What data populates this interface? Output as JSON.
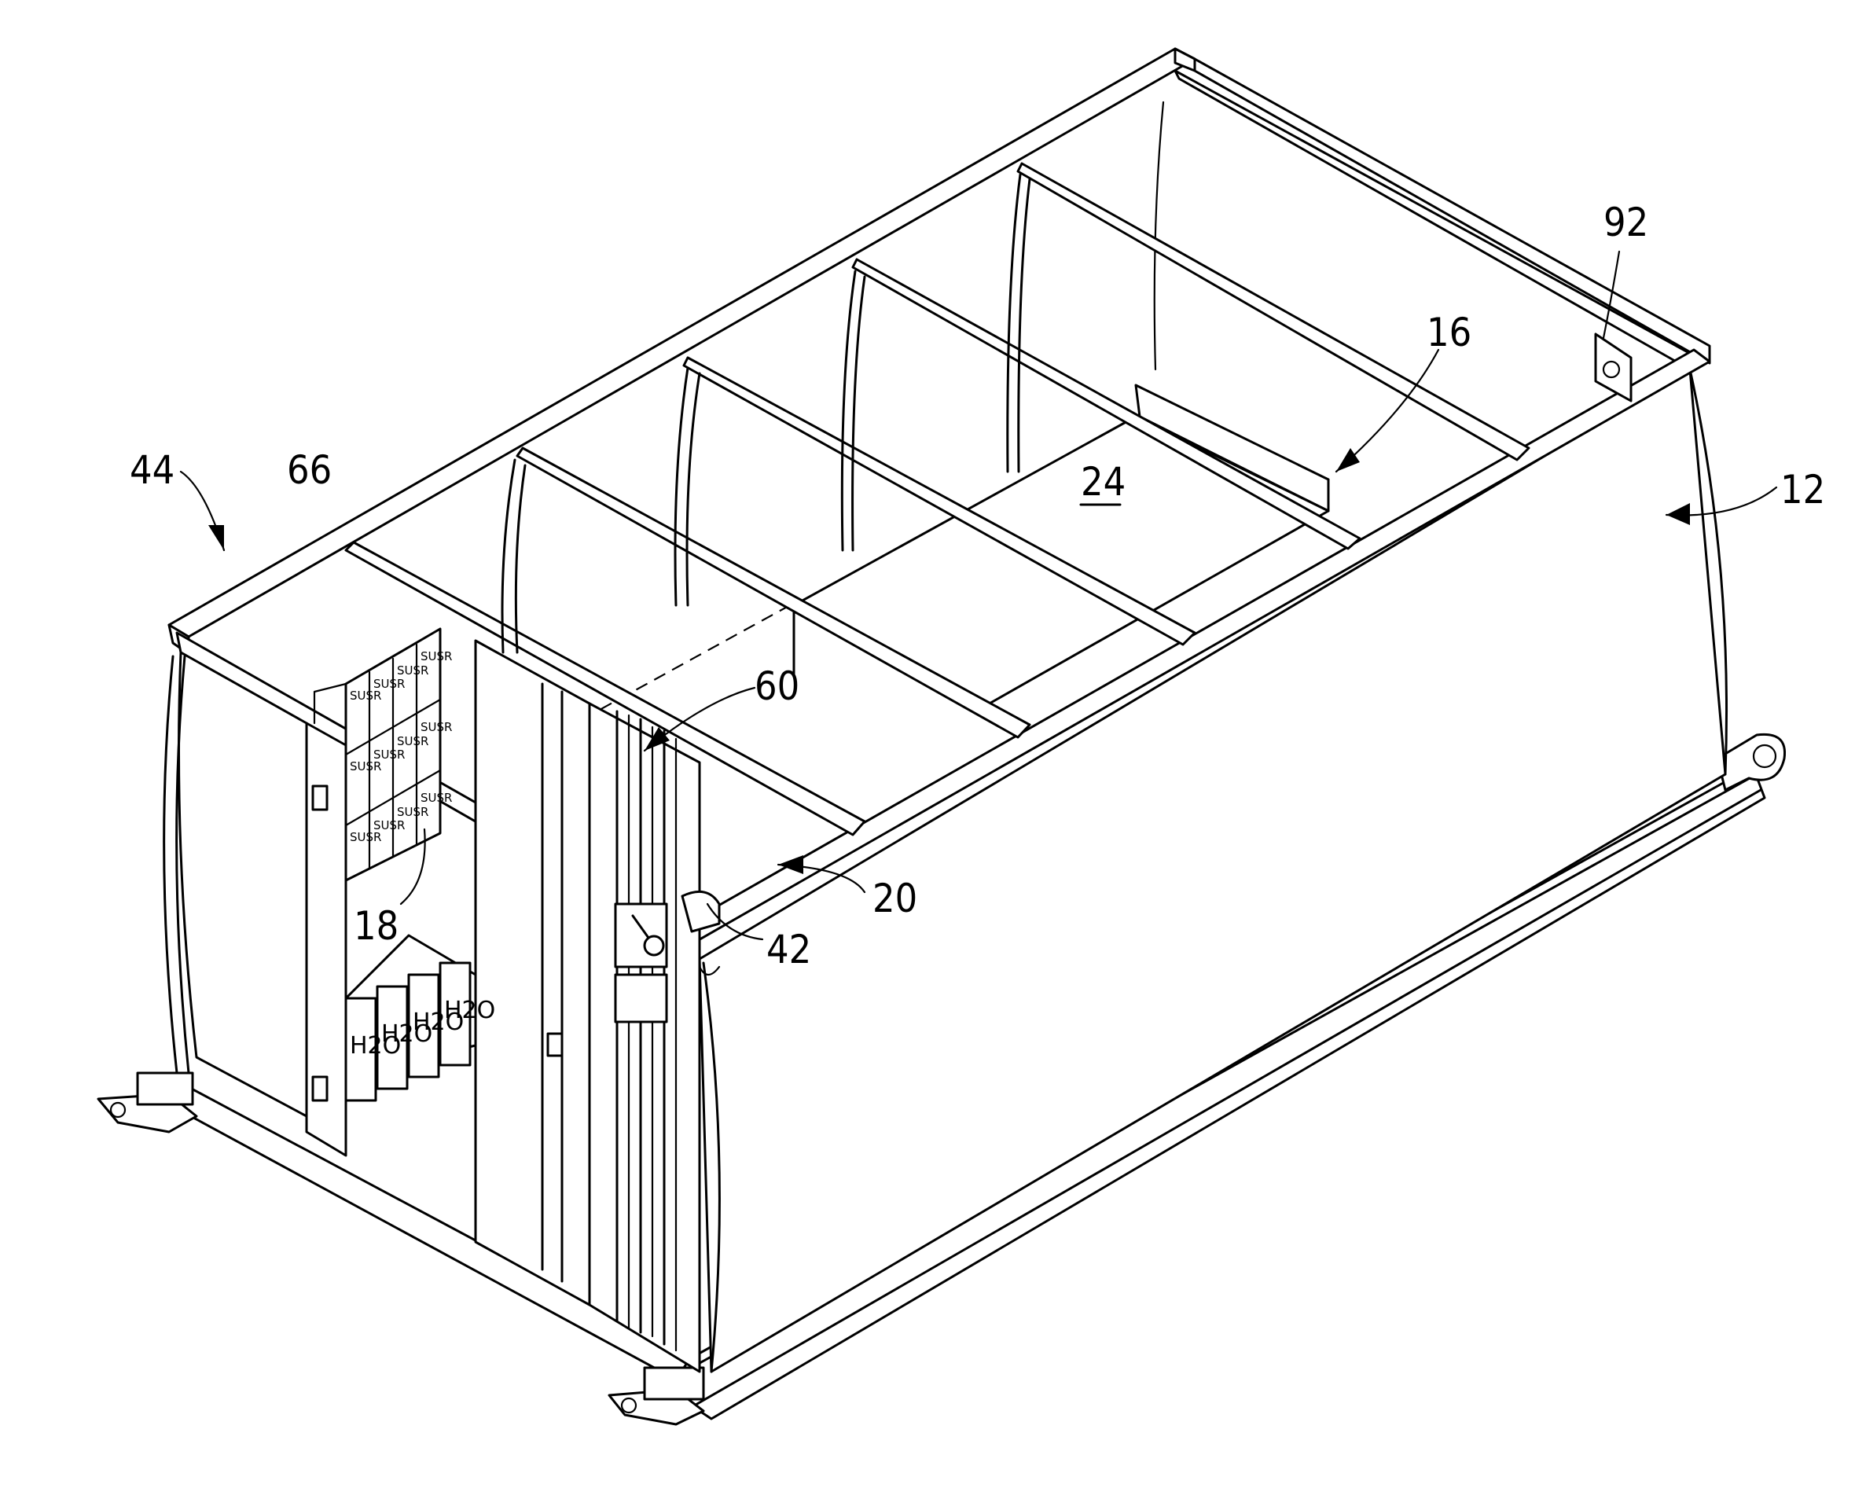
{
  "labels": {
    "r92": "92",
    "r16": "16",
    "r24": "24",
    "r12": "12",
    "r44": "44",
    "r66": "66",
    "r60": "60",
    "r20": "20",
    "r18": "18",
    "r42": "42"
  },
  "containers": {
    "water_text": "H2O",
    "shelf_text": "SUSR"
  },
  "colors": {
    "line": "#000000",
    "background": "#ffffff"
  }
}
